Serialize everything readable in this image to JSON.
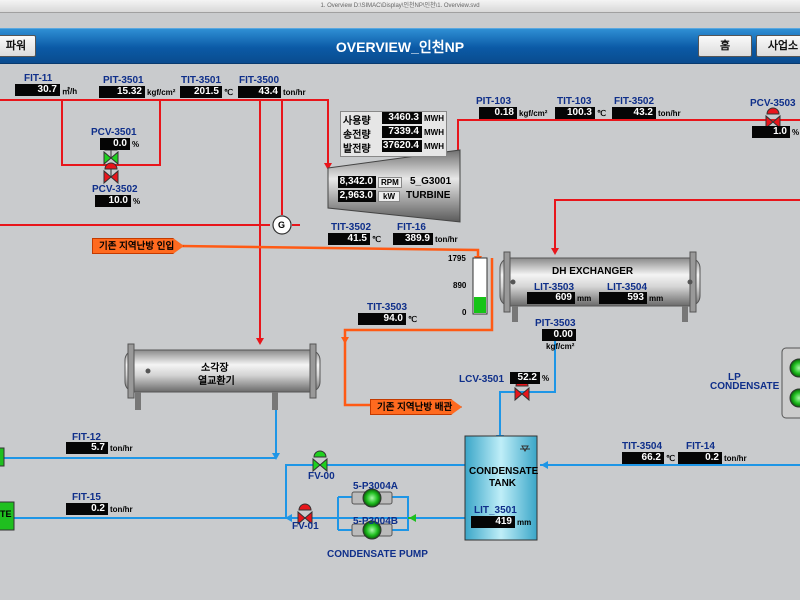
{
  "window_title": "1. Overview   D:\\SIMAC\\Display\\인천NP\\인천\\1. Overview.svd",
  "header": {
    "title": "OVERVIEW_인천NP",
    "left_button": "파워",
    "home_button": "홈",
    "site_button": "사업소"
  },
  "instruments": {
    "fit11": {
      "tag": "FIT-11",
      "value": "30.7",
      "unit": "㎥/h"
    },
    "pit3501": {
      "tag": "PIT-3501",
      "value": "15.32",
      "unit": "kgf/cm²"
    },
    "tit3501": {
      "tag": "TIT-3501",
      "value": "201.5",
      "unit": "℃"
    },
    "fit3500": {
      "tag": "FIT-3500",
      "value": "43.4",
      "unit": "ton/hr"
    },
    "pcv3501": {
      "tag": "PCV-3501",
      "value": "0.0",
      "unit": "%"
    },
    "pcv3502": {
      "tag": "PCV-3502",
      "value": "10.0",
      "unit": "%"
    },
    "pit103": {
      "tag": "PIT-103",
      "value": "0.18",
      "unit": "kgf/cm²"
    },
    "tit103": {
      "tag": "TIT-103",
      "value": "100.3",
      "unit": "℃"
    },
    "fit3502": {
      "tag": "FIT-3502",
      "value": "43.2",
      "unit": "ton/hr"
    },
    "pcv3503": {
      "tag": "PCV-3503",
      "value": "1.0",
      "unit": "%"
    },
    "tit3502": {
      "tag": "TIT-3502",
      "value": "41.5",
      "unit": "℃"
    },
    "fit16": {
      "tag": "FIT-16",
      "value": "389.9",
      "unit": "ton/hr"
    },
    "tit3503": {
      "tag": "TIT-3503",
      "value": "94.0",
      "unit": "℃"
    },
    "lit3503": {
      "tag": "LIT-3503",
      "value": "609",
      "unit": "mm"
    },
    "lit3504": {
      "tag": "LIT-3504",
      "value": "593",
      "unit": "mm"
    },
    "pit3503": {
      "tag": "PIT-3503",
      "value": "0.00",
      "unit": "kgf/cm²"
    },
    "lcv3501": {
      "tag": "LCV-3501",
      "value": "52.2",
      "unit": "%"
    },
    "fit12": {
      "tag": "FIT-12",
      "value": "5.7",
      "unit": "ton/hr"
    },
    "fit15": {
      "tag": "FIT-15",
      "value": "0.2",
      "unit": "ton/hr"
    },
    "tit3504": {
      "tag": "TIT-3504",
      "value": "66.2",
      "unit": "℃"
    },
    "fit14": {
      "tag": "FIT-14",
      "value": "0.2",
      "unit": "ton/hr"
    },
    "lit3501": {
      "tag": "LIT_3501",
      "value": "419",
      "unit": "mm"
    }
  },
  "energy": [
    {
      "label": "사용량",
      "value": "3460.3",
      "unit": "MWH"
    },
    {
      "label": "송전량",
      "value": "7339.4",
      "unit": "MWH"
    },
    {
      "label": "발전량",
      "value": "37620.4",
      "unit": "MWH"
    }
  ],
  "turbine": {
    "rpm": "8,342.0",
    "rpm_unit": "RPM",
    "kw": "2,963.0",
    "kw_unit": "kW",
    "name": "5_G3001",
    "label": "TURBINE"
  },
  "generator_label": "G",
  "dh_exchanger": {
    "label": "DH EXCHANGER"
  },
  "cooling_exchanger": {
    "line1": "소각장",
    "line2": "열교환기"
  },
  "level_scale": {
    "max": "1795",
    "mid": "890",
    "min": "0",
    "fill_fraction": 0.3
  },
  "tags": {
    "district_in": "기존 지역난방 인입",
    "district_pipe": "기존 지역난방 배관"
  },
  "condensate_tank": {
    "line1": "CONDENSATE",
    "line2": "TANK"
  },
  "pumps": {
    "a": "5-P3004A",
    "b": "5-P3004B",
    "label": "CONDENSATE PUMP"
  },
  "valves": {
    "fv00": "FV-00",
    "fv01": "FV-01"
  },
  "lp_condensate": {
    "line1": "LP",
    "line2": "CONDENSATE"
  },
  "left_box_text": "TE",
  "colors": {
    "steam": "#e8151b",
    "water": "#1e96e6",
    "hot": "#ff5a14",
    "header": "#0b5aa6"
  }
}
